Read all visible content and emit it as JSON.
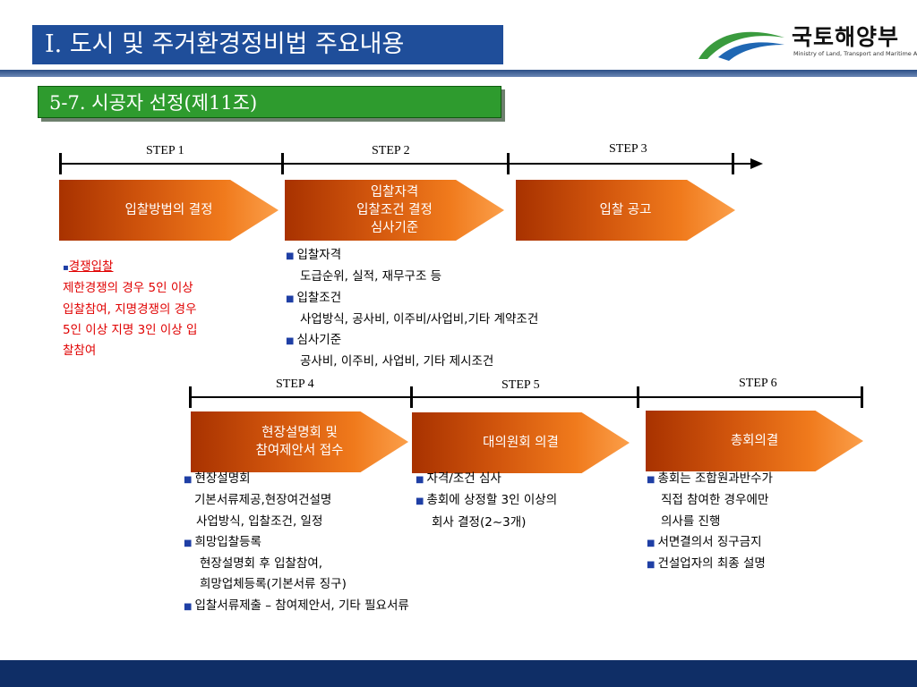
{
  "header": {
    "title": "Ⅰ. 도시 및 주거환경정비법 주요내용",
    "section": "5-7. 시공자 선정(제11조)",
    "logo_name": "국토해양부",
    "logo_sub": "Ministry of Land, Transport and Maritime Affairs"
  },
  "steps": [
    {
      "label": "STEP 1",
      "box": "입찰방법의 결정"
    },
    {
      "label": "STEP 2",
      "box": "입찰자격\n입찰조건 결정\n심사기준"
    },
    {
      "label": "STEP 3",
      "box": "입찰 공고"
    },
    {
      "label": "STEP 4",
      "box": "현장설명회 및\n참여제안서 접수"
    },
    {
      "label": "STEP 5",
      "box": "대의원회 의결"
    },
    {
      "label": "STEP 6",
      "box": "총회의결"
    }
  ],
  "notes": {
    "step1": {
      "head": "경쟁입찰",
      "lines": [
        "제한경쟁의 경우 5인 이상",
        "입찰참여, 지명경쟁의 경우",
        "5인 이상 지명 3인 이상 입",
        "찰참여"
      ]
    },
    "step2": [
      {
        "bullet": "입찰자격",
        "detail": "도급순위, 실적, 재무구조 등"
      },
      {
        "bullet": "입찰조건",
        "detail": "사업방식, 공사비, 이주비/사업비,기타 계약조건"
      },
      {
        "bullet": "심사기준",
        "detail": "공사비, 이주비, 사업비, 기타 제시조건"
      }
    ],
    "step4": [
      {
        "bullet": "현장설명회",
        "details": [
          "기본서류제공,현장여건설명",
          "사업방식, 입찰조건, 일정"
        ]
      },
      {
        "bullet": "희망입찰등록",
        "details": [
          "현장설명회 후 입찰참여,",
          "희망업체등록(기본서류 징구)"
        ]
      },
      {
        "bullet": "입찰서류제출 –  참여제안서, 기타 필요서류",
        "details": []
      }
    ],
    "step5": [
      {
        "bullet": "자격/조건 심사",
        "details": []
      },
      {
        "bullet": "총회에 상정할 3인 이상의",
        "details": [
          "회사 결정(2~3개)"
        ]
      }
    ],
    "step6": [
      {
        "bullet": "총회는 조합원과반수가",
        "details": [
          "직접 참여한 경우에만",
          "의사를 진행"
        ]
      },
      {
        "bullet": "서면결의서 징구금지",
        "details": []
      },
      {
        "bullet": "건설업자의 최종 설명",
        "details": []
      }
    ]
  },
  "colors": {
    "title_bg": "#1f4e9a",
    "section_bg": "#2e9b2e",
    "arrow_dark": "#a83200",
    "arrow_light": "#fb9f4a",
    "note_red": "#e00000",
    "footer": "#0f2e66"
  }
}
